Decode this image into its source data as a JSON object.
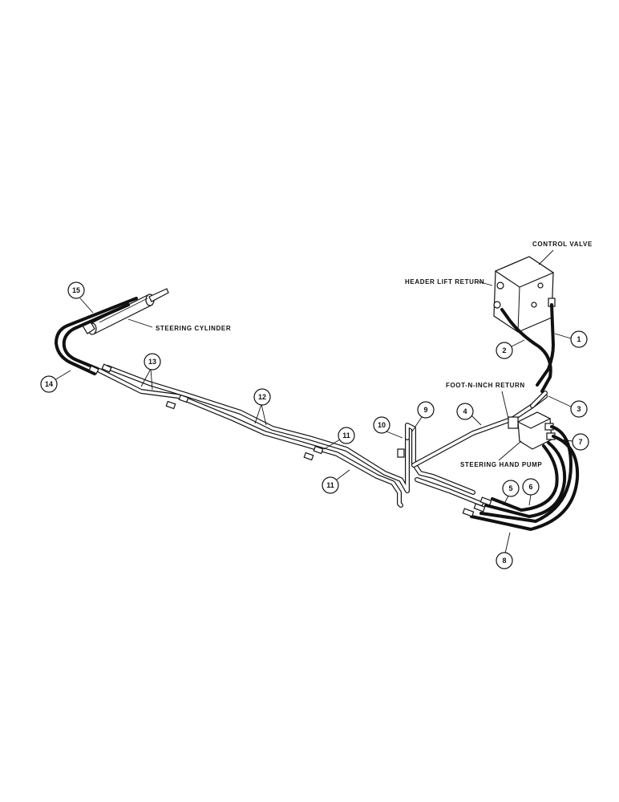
{
  "labels": {
    "control_valve": "CONTROL VALVE",
    "header_lift_return": "HEADER LIFT RETURN",
    "steering_cylinder": "STEERING CYLINDER",
    "foot_n_inch_return": "FOOT-N-INCH RETURN",
    "steering_hand_pump": "STEERING HAND PUMP"
  },
  "callouts": [
    "1",
    "2",
    "3",
    "4",
    "5",
    "6",
    "7",
    "8",
    "9",
    "10",
    "11",
    "11",
    "12",
    "13",
    "14",
    "15"
  ]
}
